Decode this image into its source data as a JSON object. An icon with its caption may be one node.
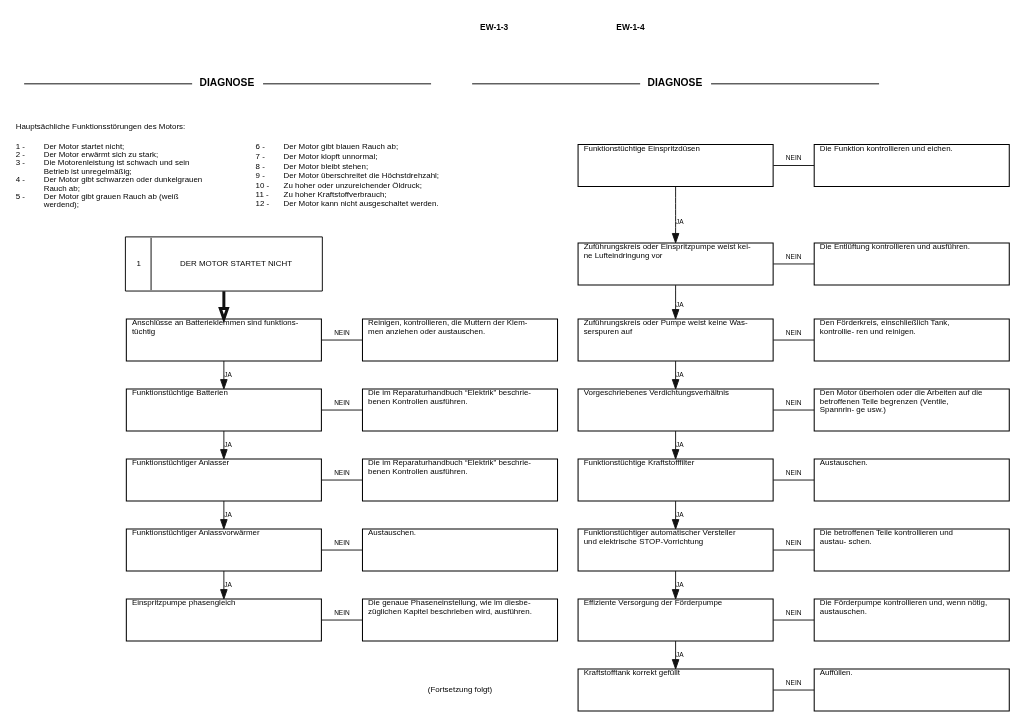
{
  "diagram": {
    "nodes": [
      {
        "text": [
          "1",
          "DER MOTOR STARTET NICHT"
        ]
      },
      {
        "text": [
          "Anschlüsse an Batterieklemmen sind funktions- tüchtig"
        ]
      },
      {
        "text": [
          "Reinigen, kontrollieren, die Muttern der Klem- men anziehen oder austauschen."
        ]
      },
      {
        "text": [
          "Funktionstüchtige Batterien"
        ]
      },
      {
        "text": [
          "Die im Reparaturhandbuch “Elektrik” beschrie- benen Kontrollen ausführen."
        ]
      },
      {
        "text": [
          "Funktionstüchtiger Anlasser"
        ]
      },
      {
        "text": [
          "Die im Reparaturhandbuch “Elektrik” beschrie- benen Kontrollen ausführen."
        ]
      },
      {
        "text": [
          "Funktionstüchtiger Anlassvorwärmer"
        ]
      },
      {
        "text": [
          "Austauschen."
        ]
      },
      {
        "text": [
          "Einspritzpumpe phasengleich"
        ]
      },
      {
        "text": [
          "Die genaue Phaseneinstellung, wie im diesbe- züglichen Kapitel beschrieben wird, ausführen."
        ]
      },
      {
        "text": [
          "Funktionstüchtige Einspritzdüsen"
        ]
      },
      {
        "text": [
          "Die Funktion kontrollieren und eichen."
        ]
      },
      {
        "text": [
          "Zuführungskreis oder Einspritzpumpe weist kei- ne Lufteindringung vor"
        ]
      },
      {
        "text": [
          "Die Entlüftung kontrollieren und ausführen."
        ]
      },
      {
        "text": [
          "Zuführungskreis oder Pumpe weist keine Was- serspuren auf"
        ]
      },
      {
        "text": [
          "Den Förderkreis, einschließlich Tank, kontrollie- ren und reinigen."
        ]
      },
      {
        "text": [
          "Vorgeschriebenes Verdichtungsverhältnis"
        ]
      },
      {
        "text": [
          "Den Motor überholen oder die Arbeiten auf die betroffenen Teile begrenzen (Ventile, Spannrin- ge usw.)"
        ]
      },
      {
        "text": [
          "Funktionstüchtige Kraftstofffilter"
        ]
      },
      {
        "text": [
          "Austauschen."
        ]
      },
      {
        "text": [
          "Funktionstüchtiger automatischer Versteller und elektrische STOP-Vorrichtung"
        ]
      },
      {
        "text": [
          "Die betroffenen Teile kontrollieren und austau- schen."
        ]
      },
      {
        "text": [
          "Effiziente Versorgung der Förderpumpe"
        ]
      },
      {
        "text": [
          "Die Förderpumpe kontrollieren und, wenn nötig, austauschen."
        ]
      },
      {
        "text": [
          "Kraftstofftank korrekt gefüllt"
        ]
      },
      {
        "text": [
          "Auffüllen."
        ]
      }
    ],
    "edges": [
      {
        "from": 0,
        "to": 1,
        "arrow": "to",
        "style": "thick"
      },
      {
        "from": 1,
        "to": 2,
        "arrow": "none",
        "label": "NEIN"
      },
      {
        "from": 1,
        "to": 3,
        "arrow": "to",
        "label": "JA"
      },
      {
        "from": 3,
        "to": 4,
        "arrow": "none",
        "label": "NEIN"
      },
      {
        "from": 3,
        "to": 5,
        "arrow": "to",
        "label": "JA"
      },
      {
        "from": 5,
        "to": 6,
        "arrow": "none",
        "label": "NEIN"
      },
      {
        "from": 5,
        "to": 7,
        "arrow": "to",
        "label": "JA"
      },
      {
        "from": 7,
        "to": 8,
        "arrow": "none",
        "label": "NEIN"
      },
      {
        "from": 7,
        "to": 9,
        "arrow": "to",
        "label": "JA"
      },
      {
        "from": 9,
        "to": 10,
        "arrow": "none",
        "label": "NEIN"
      },
      {
        "from": 11,
        "to": 12,
        "arrow": "none",
        "label": "NEIN"
      },
      {
        "from": 11,
        "to": 13,
        "arrow": "to",
        "label": "JA"
      },
      {
        "from": 13,
        "to": 14,
        "arrow": "none",
        "label": "NEIN"
      },
      {
        "from": 13,
        "to": 15,
        "arrow": "to",
        "label": "JA"
      },
      {
        "from": 15,
        "to": 16,
        "arrow": "none",
        "label": "NEIN"
      },
      {
        "from": 15,
        "to": 17,
        "arrow": "to",
        "label": "JA"
      },
      {
        "from": 17,
        "to": 18,
        "arrow": "none",
        "label": "NEIN"
      },
      {
        "from": 17,
        "to": 19,
        "arrow": "to",
        "label": "JA"
      },
      {
        "from": 19,
        "to": 20,
        "arrow": "none",
        "label": "NEIN"
      },
      {
        "from": 19,
        "to": 21,
        "arrow": "to",
        "label": "JA"
      },
      {
        "from": 21,
        "to": 22,
        "arrow": "none",
        "label": "NEIN"
      },
      {
        "from": 21,
        "to": 23,
        "arrow": "to",
        "label": "JA"
      },
      {
        "from": 23,
        "to": 24,
        "arrow": "none",
        "label": "NEIN"
      },
      {
        "from": 23,
        "to": 25,
        "arrow": "to",
        "label": "JA"
      },
      {
        "from": 25,
        "to": 26,
        "arrow": "none",
        "label": "NEIN"
      }
    ],
    "labels": [
      "EW-1-3",
      "DIAGNOSE",
      "Hauptsächliche Funktionsstörungen des Motors:",
      "1 -",
      "Der Motor startet nicht;",
      "2 -",
      "Der Motor erwärmt sich zu stark;",
      "3 -",
      "Die Motorenleistung ist schwach und sein Betrieb ist unregelmäßig;",
      "4 -",
      "Der Motor gibt schwarzen oder dunkelgrauen Rauch ab;",
      "5 -",
      "Der Motor gibt grauen Rauch ab (weiß werdend);",
      "6 -",
      "Der Motor gibt blauen Rauch ab;",
      "7 -",
      "Der Motor klopft unnormal;",
      "8 -",
      "Der Motor bleibt stehen;",
      "9 -",
      "Der Motor überschreitet die Höchstdrehzahl;",
      "10 -",
      "Zu hoher oder unzureichender Öldruck;",
      "11 -",
      "Zu hoher Kraftstoffverbrauch;",
      "12 -",
      "Der Motor kann nicht ausgeschaltet werden.",
      "(Fortsetzung folgt)",
      "EW-1-4",
      "DIAGNOSE"
    ]
  }
}
